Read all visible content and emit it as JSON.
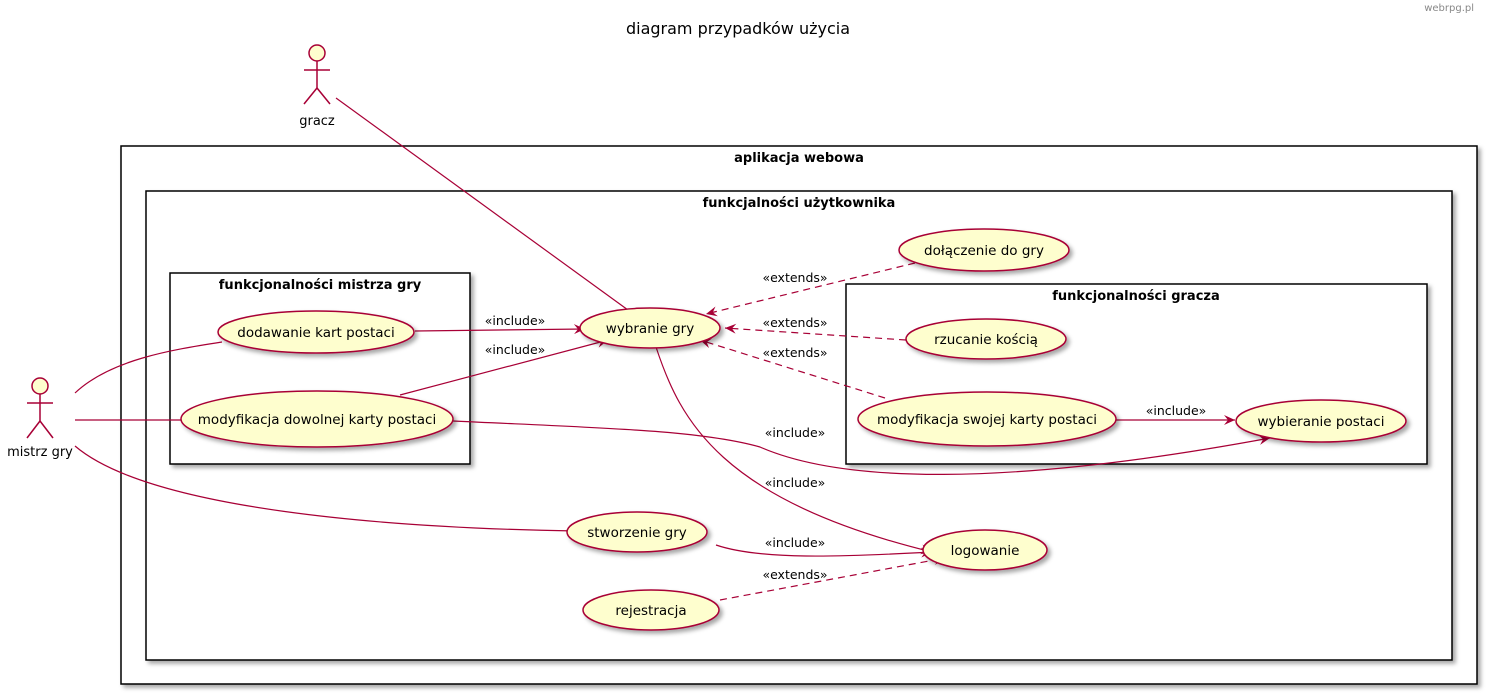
{
  "watermark": "webrpg.pl",
  "title": "diagram przypadków użycia",
  "colors": {
    "line": "#A80036",
    "usecase_fill": "#FEFECE",
    "frame": "#000000",
    "background": "#FFFFFF"
  },
  "actors": {
    "gracz": "gracz",
    "mistrz": "mistrz gry"
  },
  "packages": {
    "app": "aplikacja webowa",
    "user": "funkcjalności użytkownika",
    "master": "funkcjonalności mistrza gry",
    "player": "funkcjonalności gracza"
  },
  "usecases": {
    "dolaczenie": "dołączenie do gry",
    "wybranie": "wybranie gry",
    "dodawanie": "dodawanie kart postaci",
    "modyfikacja_dowolnej": "modyfikacja dowolnej karty postaci",
    "rzucanie": "rzucanie kością",
    "modyfikacja_swojej": "modyfikacja swojej karty postaci",
    "wybieranie": "wybieranie postaci",
    "stworzenie": "stworzenie gry",
    "logowanie": "logowanie",
    "rejestracja": "rejestracja"
  },
  "relation_labels": {
    "include": "«include»",
    "extends": "«extends»"
  }
}
